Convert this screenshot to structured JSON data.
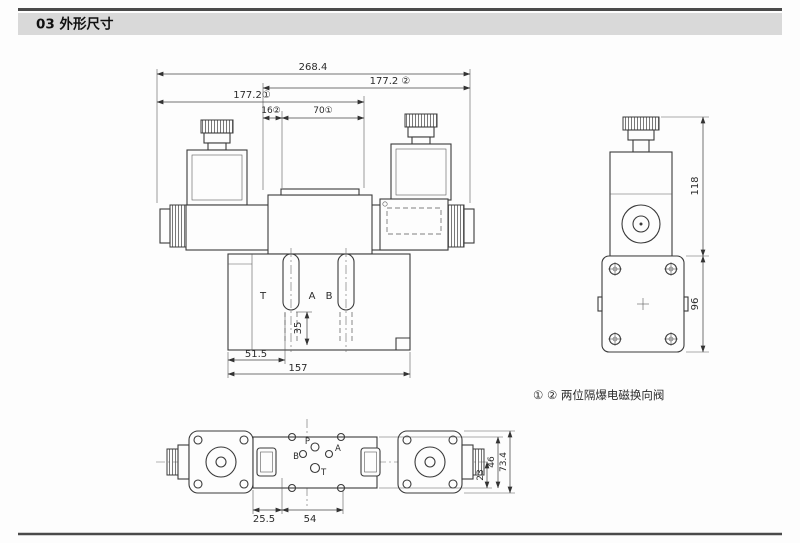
{
  "page": {
    "header_title": "03 外形尺寸",
    "note": "① ②  两位隔爆电磁换向阀"
  },
  "colors": {
    "line": "#3a3a3a",
    "header_bg": "#d9d9d9",
    "background": "#fdfdfd"
  },
  "front_view": {
    "dims": {
      "total_width": "268.4",
      "width_pos2": "177.2 ②",
      "width_pos1": "177.2①",
      "offset_16": "16②",
      "offset_70": "70①",
      "depth_35": "35",
      "left_51_5": "51.5",
      "base_157": "157"
    },
    "ports": {
      "t": "T",
      "a": "A",
      "b": "B"
    }
  },
  "side_view": {
    "dims": {
      "height_118": "118",
      "height_96": "96"
    }
  },
  "bottom_view": {
    "dims": {
      "d25_5": "25.5",
      "d54": "54",
      "d23": "23",
      "d46": "46",
      "d73_4": "73.4"
    },
    "ports": {
      "p": "P",
      "a": "A",
      "b": "B",
      "t": "T"
    }
  }
}
